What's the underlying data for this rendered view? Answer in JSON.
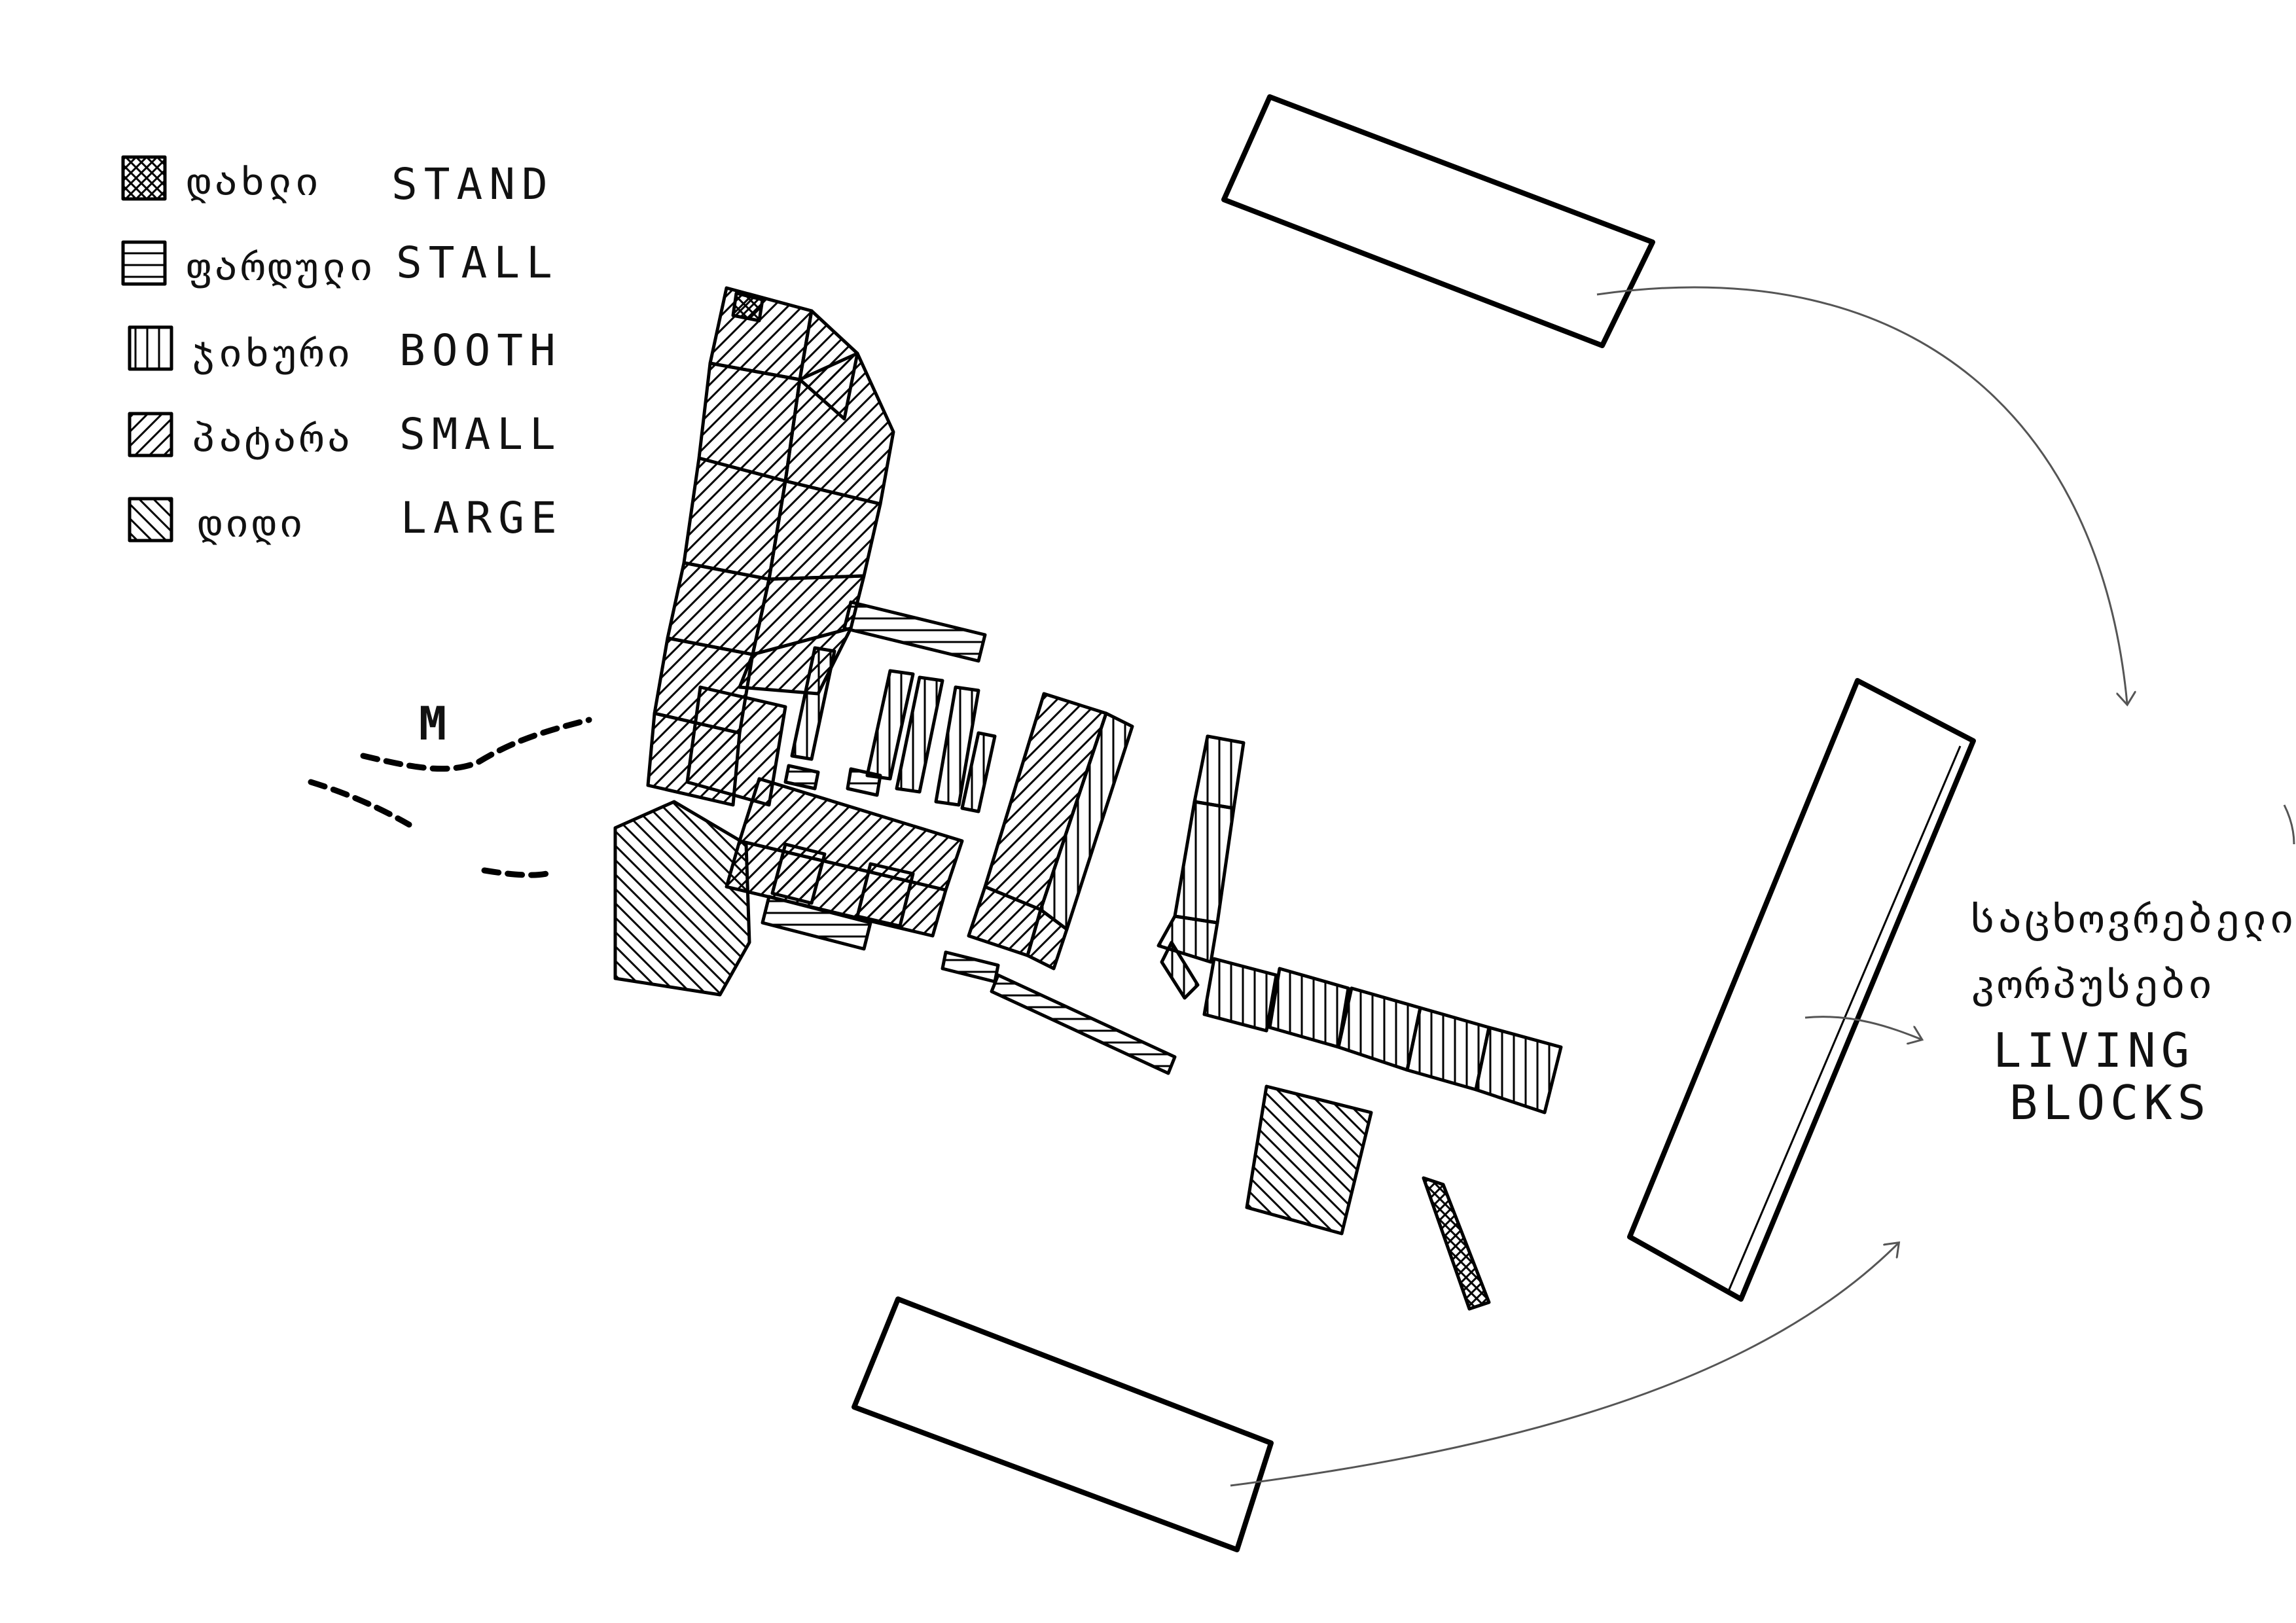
{
  "legend": {
    "items": [
      {
        "key": "stand",
        "label_ka": "დახლი",
        "label_en": "STAND",
        "pattern": "cross-hatch"
      },
      {
        "key": "stall",
        "label_ka": "ფარდული",
        "label_en": "STALL",
        "pattern": "horizontal"
      },
      {
        "key": "booth",
        "label_ka": "ჯიხური",
        "label_en": "BOOTH",
        "pattern": "vertical"
      },
      {
        "key": "small",
        "label_ka": "პატარა",
        "label_en": "SMALL",
        "pattern": "diagonal-right"
      },
      {
        "key": "large",
        "label_ka": "დიდი",
        "label_en": "LARGE",
        "pattern": "diagonal-left"
      }
    ]
  },
  "marker_label": "M",
  "living_blocks_label": {
    "line1_ka": "საცხოვრებელი",
    "line2_ka": "კორპუსები",
    "line1_en": "LIVING",
    "line2_en": "BLOCKS"
  },
  "colors": {
    "ink": "#000000",
    "paper": "#ffffff",
    "arrow": "#555555"
  }
}
